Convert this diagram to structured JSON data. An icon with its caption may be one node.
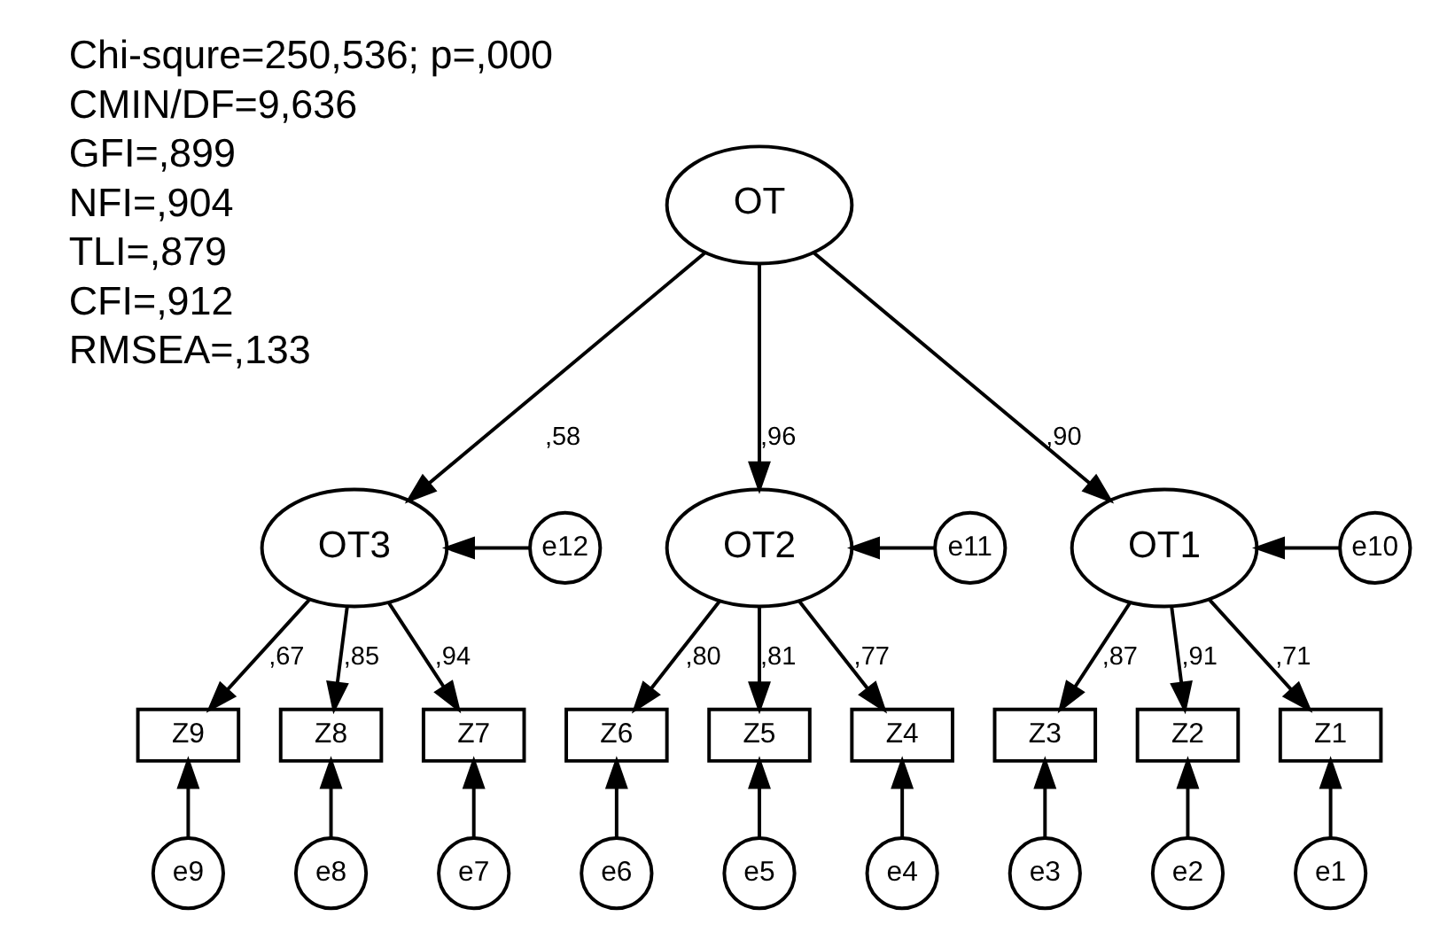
{
  "diagram": {
    "nodes": [
      {
        "text": [
          "OT"
        ]
      },
      {
        "text": [
          "OT3"
        ]
      },
      {
        "text": [
          "e12"
        ]
      },
      {
        "text": [
          "OT2"
        ]
      },
      {
        "text": [
          "e11"
        ]
      },
      {
        "text": [
          "OT1"
        ]
      },
      {
        "text": [
          "e10"
        ]
      },
      {
        "text": [
          "Z9"
        ]
      },
      {
        "text": [
          "Z8"
        ]
      },
      {
        "text": [
          "Z7"
        ]
      },
      {
        "text": [
          "Z6"
        ]
      },
      {
        "text": [
          "Z5"
        ]
      },
      {
        "text": [
          "Z4"
        ]
      },
      {
        "text": [
          "Z3"
        ]
      },
      {
        "text": [
          "Z2"
        ]
      },
      {
        "text": [
          "Z1"
        ]
      },
      {
        "text": [
          "e9"
        ]
      },
      {
        "text": [
          "e8"
        ]
      },
      {
        "text": [
          "e7"
        ]
      },
      {
        "text": [
          "e6"
        ]
      },
      {
        "text": [
          "e5"
        ]
      },
      {
        "text": [
          "e4"
        ]
      },
      {
        "text": [
          "e3"
        ]
      },
      {
        "text": [
          "e2"
        ]
      },
      {
        "text": [
          "e1"
        ]
      }
    ],
    "edges": [
      {
        "from": 0,
        "to": 1,
        "arrow": "to",
        "label": ",58"
      },
      {
        "from": 0,
        "to": 3,
        "arrow": "to",
        "label": ",96"
      },
      {
        "from": 0,
        "to": 5,
        "arrow": "to",
        "label": ",90"
      },
      {
        "from": 2,
        "to": 1,
        "arrow": "to"
      },
      {
        "from": 4,
        "to": 3,
        "arrow": "to"
      },
      {
        "from": 6,
        "to": 5,
        "arrow": "to"
      },
      {
        "from": 1,
        "to": 7,
        "arrow": "to",
        "label": ",67"
      },
      {
        "from": 1,
        "to": 8,
        "arrow": "to",
        "label": ",85"
      },
      {
        "from": 1,
        "to": 9,
        "arrow": "to",
        "label": ",94"
      },
      {
        "from": 3,
        "to": 10,
        "arrow": "to",
        "label": ",80"
      },
      {
        "from": 3,
        "to": 11,
        "arrow": "to",
        "label": ",81"
      },
      {
        "from": 3,
        "to": 12,
        "arrow": "to",
        "label": ",77"
      },
      {
        "from": 5,
        "to": 13,
        "arrow": "to",
        "label": ",87"
      },
      {
        "from": 5,
        "to": 14,
        "arrow": "to",
        "label": ",91"
      },
      {
        "from": 5,
        "to": 15,
        "arrow": "to",
        "label": ",71"
      },
      {
        "from": 16,
        "to": 7,
        "arrow": "to"
      },
      {
        "from": 17,
        "to": 8,
        "arrow": "to"
      },
      {
        "from": 18,
        "to": 9,
        "arrow": "to"
      },
      {
        "from": 19,
        "to": 10,
        "arrow": "to"
      },
      {
        "from": 20,
        "to": 11,
        "arrow": "to"
      },
      {
        "from": 21,
        "to": 12,
        "arrow": "to"
      },
      {
        "from": 22,
        "to": 13,
        "arrow": "to"
      },
      {
        "from": 23,
        "to": 14,
        "arrow": "to"
      },
      {
        "from": 24,
        "to": 15,
        "arrow": "to"
      }
    ],
    "labels": [
      "Chi-squre=250,536; p=,000",
      "CMIN/DF=9,636",
      "GFI=,899",
      "NFI=,904",
      "TLI=,879",
      "CFI=,912",
      "RMSEA=,133"
    ]
  }
}
